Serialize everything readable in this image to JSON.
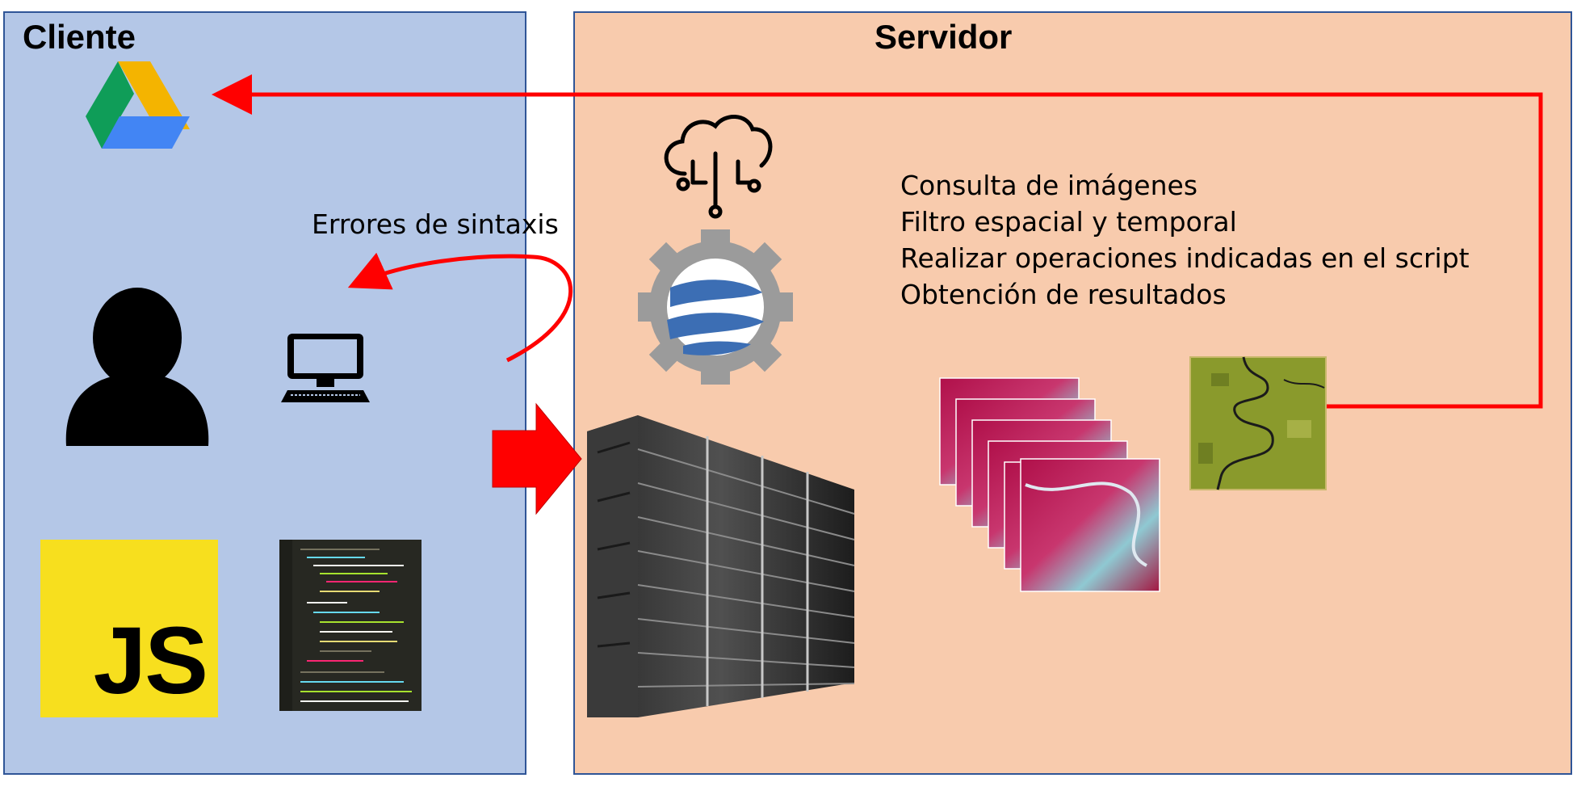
{
  "client": {
    "title": "Cliente",
    "syntax_errors_label": "Errores de sintaxis",
    "js_logo_text": "JS"
  },
  "server": {
    "title": "Servidor",
    "steps": [
      "Consulta de imágenes",
      "Filtro espacial y temporal",
      "Realizar operaciones indicadas en el script",
      "Obtención de resultados"
    ]
  },
  "colors": {
    "client_bg": "#b4c7e7",
    "server_bg": "#f8cbad",
    "panel_border": "#2f5597",
    "arrow_red": "#ff0000"
  },
  "icons": [
    "google-drive-icon",
    "user-icon",
    "computer-icon",
    "javascript-logo",
    "code-editor-thumbnail",
    "cloud-circuit-icon",
    "earth-engine-icon",
    "server-rack-image",
    "satellite-image-stack",
    "result-map-image"
  ]
}
